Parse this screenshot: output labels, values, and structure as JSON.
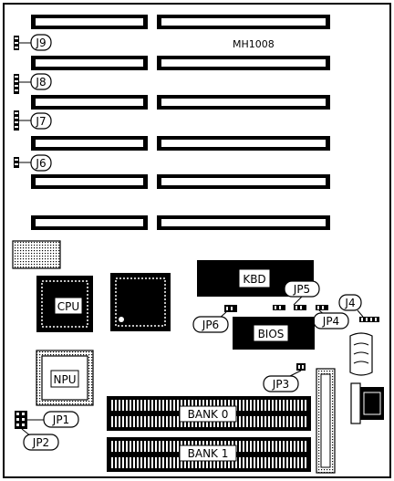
{
  "board": {
    "model": "MH1008"
  },
  "jumpers": {
    "j9": "J9",
    "j8": "J8",
    "j7": "J7",
    "j6": "J6",
    "jp5": "JP5",
    "jp4": "JP4",
    "jp6": "JP6",
    "j4": "J4",
    "jp3": "JP3",
    "jp1": "JP1",
    "jp2": "JP2"
  },
  "chips": {
    "kbd": "KBD",
    "bios": "BIOS",
    "cpu": "CPU",
    "npu": "NPU"
  },
  "memory": {
    "bank0": "BANK 0",
    "bank1": "BANK 1"
  },
  "colors": {
    "ink": "#000000",
    "paper": "#ffffff"
  }
}
